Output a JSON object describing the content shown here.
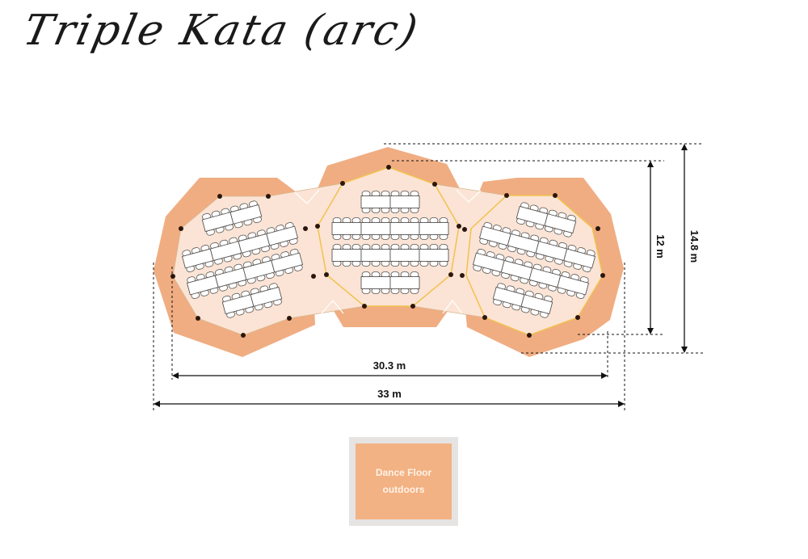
{
  "title": "Triple Kata (arc)",
  "dimensions": {
    "inner_width": "30.3 m",
    "outer_width": "33 m",
    "inner_depth": "12 m",
    "outer_depth": "14.8 m"
  },
  "dance_floor": {
    "line1": "Dance Floor",
    "line2": "outdoors"
  },
  "colors": {
    "tent_outer": "#f0ad82",
    "tent_inner": "#fbe4d5",
    "frame_line": "#f2c14e",
    "pole": "#2a160c",
    "dance_floor": "#f2b283"
  }
}
